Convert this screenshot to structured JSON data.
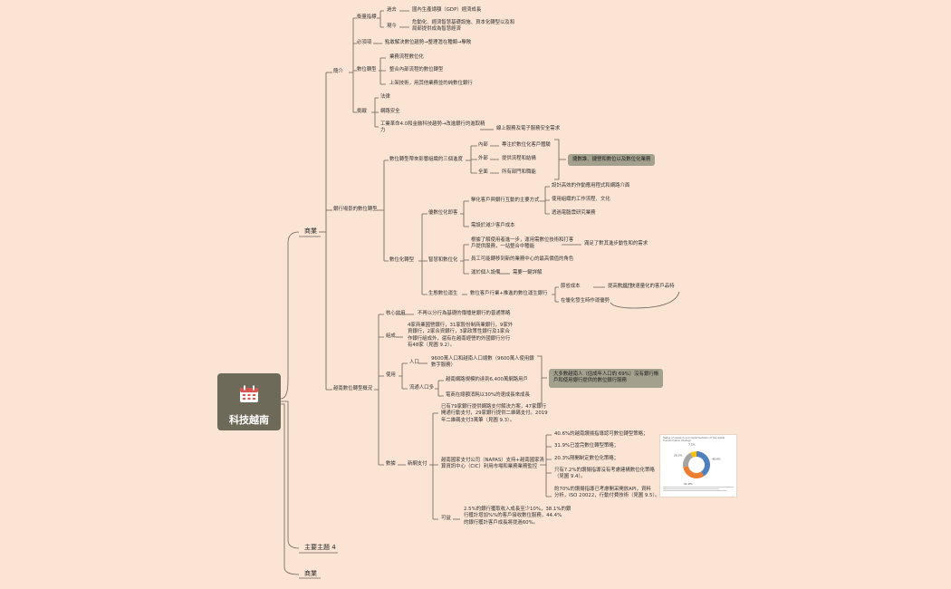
{
  "root": {
    "label": "科技越南",
    "icon": "calendar-icon"
  },
  "level1": {
    "business": "商業",
    "topic4": "主要主題 4",
    "business2": "商業"
  },
  "branches": {
    "intro": "簡介",
    "banking": "銀行場景的數位轉型",
    "vietnam": "越南數位轉型概況"
  },
  "intro": {
    "measurement": "衡量指標",
    "past": "過去",
    "past_desc": "國內生產總額（GDP）經濟成長",
    "now": "現今",
    "now_desc": "危動化、經濟智慧基礎設施、資本化轉型以及和\n局部提供成為智慧經濟",
    "necessary": "必須項",
    "necessary_desc": "點敢解決數位趨勢→整理潛在種類→擊敗",
    "transform": "數位轉型",
    "transform_items": [
      "業務流程數位化",
      "整合內部流程的數位轉型",
      "上架技術，用其他業務並的純數位銀行"
    ],
    "challenge": "挑戰",
    "challenge_items": [
      "法律",
      "網路安全",
      "工業革命4.0和金融科技趨勢→改進銀行的進取精\n力"
    ],
    "challenge_tail": "線上服務及電子服務安全需求"
  },
  "banking": {
    "three_levels": "數位轉型帶來影響組織的三個進度",
    "levels": [
      {
        "name": "內部",
        "desc": "專注於數位化客戶體驗"
      },
      {
        "name": "外部",
        "desc": "提供流程和結構"
      },
      {
        "name": "全面",
        "desc": "所有部門和職能"
      }
    ],
    "levels_note": "捷數誰、捷營和數位以及數位化業務",
    "digital_transform": "數位化轉型",
    "cx": "優數位化即客",
    "cx_way": "擊化客戶與銀行互動的主要方式",
    "cx_items": [
      "設計高效的作動應用程式和網路介面",
      "使用組織的工作流程、文化",
      "透過電腦雲研究業務"
    ],
    "cx_more": "需設於減少客戶成本",
    "smart": "智慧和數位化",
    "smart_items": [
      "根據了解使用者進一步，運用需數位技術和打客\n戶提供服務，一站整合中種能",
      "員工可能轉移到新的業務中心的最高價值的角色",
      "運於個人設備"
    ],
    "smart_need": "滿足了對其進步動性和的需求",
    "smart_tail": "需要一鍵詳解",
    "eco": "生態數位運生",
    "eco_desc": "數位客戶行業+推進的數位運生銀行",
    "eco_items": [
      "節省成本",
      "在優化發生時作運優勢"
    ],
    "eco_mid": "提高數規性",
    "eco_end": "快速量化的客戶品特"
  },
  "vietnam": {
    "core": "核心效用",
    "core_desc": "不再以分行為基礎的傳播是銀行的普通策略",
    "structure": "組成",
    "structure_desc": "4家商業國營銀行，31家股份制商業銀行，9家外\n資銀行，2家合資銀行，3家政策性銀行及1家合\n作銀行組成外，還有在越南經營的外國銀行分行\n有48家（見圖 9.2）。",
    "users": "使用",
    "population": "人口",
    "population_desc": "9600萬人口和越南人口總數（9600萬人使用銀\n數字服務）",
    "internet": "流通人口多",
    "internet_items": [
      "越南網路規模約達到6,400萬網路用戶",
      "電商在總額消耗以30%的速成長來成長"
    ],
    "users_note": "大多數越南人（估成年人口約 69%）沒有銀行帳\n戶和使用銀行提供的數位銀行服務",
    "data": "數據",
    "pay": "新網支付",
    "pay_items": [
      "已有79家銀行提供網路支付解決方案，47家銀行\n開通行動支付，29家銀行提供二維碼支付。2019\n年二維碼支付3萬筆（見圖 9.3）。",
      "越南國家支付公司（NAPAS）支持+越南國家清\n算資訊中心（CIC）利用市場和業務業務監控"
    ],
    "pay_stats": [
      "40.6%的越南讚揚指導認可數位轉型策略；",
      "31.9%已當完數位轉型策略；",
      "20.3%剛開制定數位化策略；",
      "只有7.2%的讚揚指導沒有考慮建構數位化策略\n（見圖 9.4）。",
      "約70%的讚揚指導已考慮開采開放API，資料\n分析，ISO 20022，行動付費技術（見圖 9.5）。"
    ],
    "benefit": "可益",
    "benefit_desc": "2.5%的銀行獲取收入成長至少10%，38.1%的銀\n行獲計增加%%的客戶接收數位服務，44.4%\n的銀行獲計客戶成長將提過60%。"
  },
  "chart_data": {
    "type": "pie",
    "title": "Status of research and implementation of the digital transformation strategy",
    "values": [
      40.6,
      31.9,
      20.3,
      7.2
    ],
    "labels": [
      "40.6%",
      "31.9%",
      "20.3%",
      "7.2%"
    ],
    "colors": [
      "#4f81bd",
      "#ed7d31",
      "#a5a5a5",
      "#ffc000"
    ]
  }
}
